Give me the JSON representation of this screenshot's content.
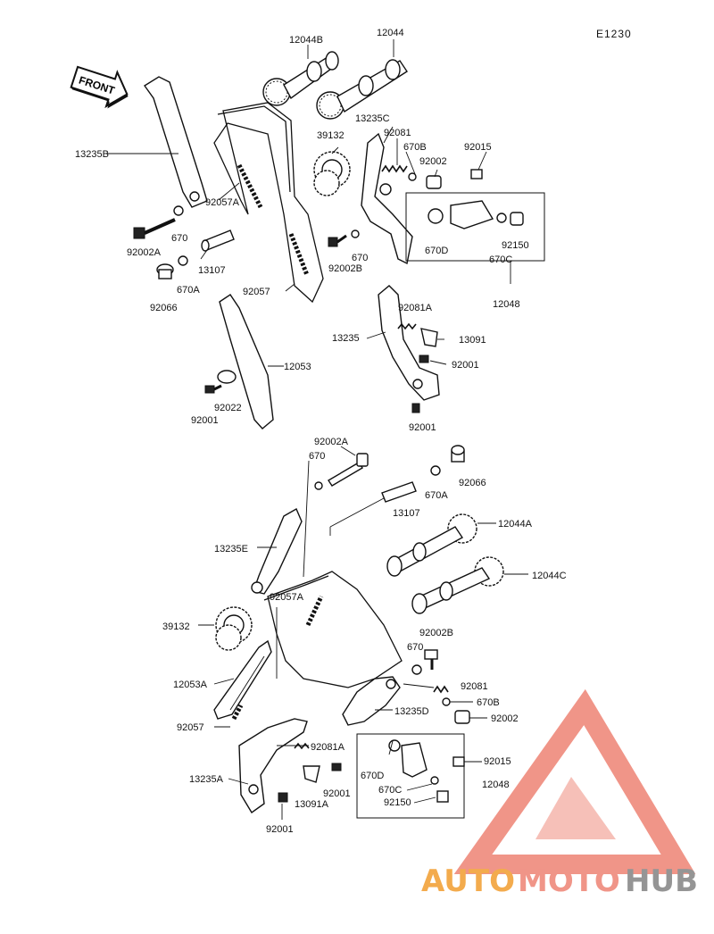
{
  "diagram_code": "E1230",
  "front_arrow": "FRONT",
  "watermark": {
    "part1": "AUTO",
    "part2": "MOTO",
    "part3": "HUB"
  },
  "labels": {
    "l12044B": "12044B",
    "l12044": "12044",
    "l13235C": "13235C",
    "l92081": "92081",
    "l670B": "670B",
    "l92015": "92015",
    "l39132": "39132",
    "l92002": "92002",
    "l13235B": "13235B",
    "l92057A": "92057A",
    "l670D": "670D",
    "l92150": "92150",
    "l670C": "670C",
    "l670": "670",
    "l92002A": "92002A",
    "l13107": "13107",
    "l670b2": "670",
    "l92002B": "92002B",
    "l670A": "670A",
    "l92066": "92066",
    "l92057": "92057",
    "l12048": "12048",
    "l92081A": "92081A",
    "l13235": "13235",
    "l13091": "13091",
    "l92001": "92001",
    "l12053": "12053",
    "l92022": "92022",
    "l92001b": "92001",
    "l92001c": "92001",
    "m92002A": "92002A",
    "m670": "670",
    "m92066": "92066",
    "m670A": "670A",
    "m13107": "13107",
    "m12044A": "12044A",
    "m13235E": "13235E",
    "m12044C": "12044C",
    "m92057A": "92057A",
    "m39132": "39132",
    "m92002B": "92002B",
    "m12053A": "12053A",
    "m92081": "92081",
    "m670B": "670B",
    "m13235D": "13235D",
    "m92002": "92002",
    "m92057": "92057",
    "m92081A": "92081A",
    "m92015": "92015",
    "m670D": "670D",
    "m12048": "12048",
    "m13235A": "13235A",
    "m670C": "670C",
    "m92001": "92001",
    "m92150": "92150",
    "m13091A": "13091A",
    "m92001b": "92001"
  },
  "colors": {
    "ink": "#111111",
    "wm_orange": "#f2a23a",
    "wm_red": "#ef8a7c",
    "wm_gray": "#8a8a8a"
  }
}
